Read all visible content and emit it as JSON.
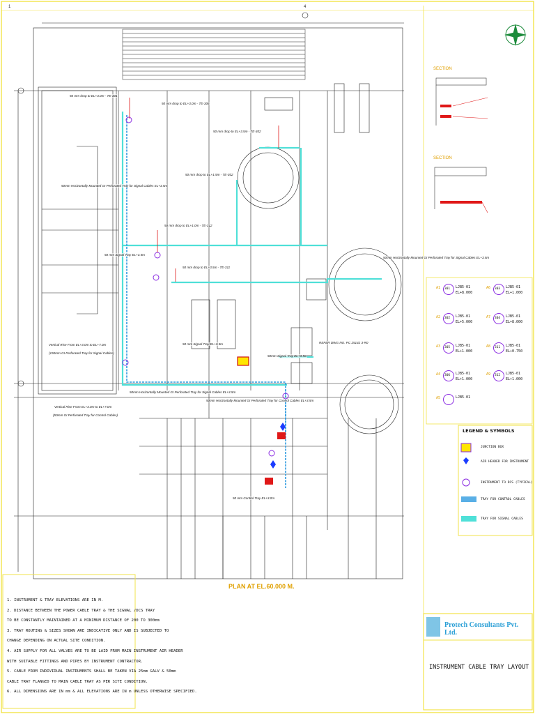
{
  "drawing": {
    "plan_title": "PLAN AT EL.60.000 M.",
    "title": "INSTRUMENT CABLE TRAY LAYOUT",
    "company": "Protech Consultants Pvt. Ltd."
  },
  "legend": {
    "heading": "LEGEND & SYMBOLS",
    "items": [
      {
        "label": "JUNCTION BOX",
        "icon": "junction-box-icon"
      },
      {
        "label": "AIR HEADER FOR INSTRUMENT",
        "icon": "air-header-icon"
      },
      {
        "label": "INSTRUMENT TO DCS (TYPICAL)",
        "icon": "instrument-bubble-icon"
      },
      {
        "label": "TRAY FOR CONTROL CABLES",
        "icon": "control-tray-icon"
      },
      {
        "label": "TRAY FOR SIGNAL CABLES",
        "icon": "signal-tray-icon"
      }
    ]
  },
  "schedule": [
    {
      "tag": "A1",
      "inst": "301",
      "jb": "LJB5-01",
      "el": "EL+8.000"
    },
    {
      "tag": "A2",
      "inst": "302",
      "jb": "LJB5-01",
      "el": "EL+5.000"
    },
    {
      "tag": "A3",
      "inst": "305",
      "jb": "LJB5-01",
      "el": "EL+1.000"
    },
    {
      "tag": "A4",
      "inst": "306",
      "jb": "LJB5-01",
      "el": "EL+1.000"
    },
    {
      "tag": "A5",
      "inst": "",
      "jb": "LJB5-01",
      "el": ""
    },
    {
      "tag": "A6",
      "inst": "303",
      "jb": "LJB5-01",
      "el": "EL+1.000"
    },
    {
      "tag": "A7",
      "inst": "304",
      "jb": "LJB5-01",
      "el": "EL+8.000"
    },
    {
      "tag": "A8",
      "inst": "311",
      "jb": "LJB5-01",
      "el": "EL+0.750"
    },
    {
      "tag": "A9",
      "inst": "312",
      "jb": "LJB5-01",
      "el": "EL+1.000"
    }
  ],
  "annotations": [
    "50 mm drop to EL+3.0m - TE-301",
    "50 mm drop to EL+3.0m - TE-306",
    "50 mm drop to EL+1.5m - TE-302",
    "50mm Horizontally Mounted GI Perforated Tray for Signal Cables EL+3.5m",
    "50 mm drop to EL+1.0m - TE-312",
    "50 mm drop to EL+3.5m - TE-302",
    "50 mm Signal Tray EL+3.5m",
    "50 mm drop to EL+3.5m - TE-311",
    "50 mm Signal Tray EL+3.5m",
    "Vertical Rise From EL+3.0m to EL+7.0m",
    "(150mm GI Perforated Tray for Signal Cables)",
    "Vertical Rise From EL+3.0m to EL+7.0m",
    "(50mm GI Perforated Tray for Control Cables)",
    "50mm Horizontally Mounted GI Perforated Tray for Signal Cables EL+3.5m",
    "50mm Horizontally Mounted GI Perforated Tray for Control Cables EL+3.5m",
    "50mm Signal Tray EL+3.5m",
    "50 mm Control Tray EL+3.0m",
    "50mm Horizontally Mounted GI Perforated Tray for Signal Cables EL+3.5m",
    "REFER DWG NO. PC 25142 3-R0"
  ],
  "notes": [
    "1. INSTRUMENT & TRAY ELEVATIONS ARE IN M.",
    "2. DISTANCE BETWEEN THE POWER CABLE TRAY & THE SIGNAL /DCS TRAY",
    "   TO BE CONSTANTLY MAINTAINED AT A MINIMUM DISTANCE OF 200 TO 300mm",
    "3. TRAY ROUTING & SIZES SHOWN ARE INDICATIVE ONLY AND IS SUBJECTED TO",
    "   CHANGE DEPENDING ON ACTUAL SITE CONDITION.",
    "4. AIR SUPPLY FOR ALL VALVES ARE TO BE LAID FROM MAIN INSTRUMENT AIR HEADER",
    "   WITH SUITABLE FITTINGS AND PIPES BY INSTRUMENT CONTRACTOR.",
    "5. CABLE FROM INDIVIDUAL INSTRUMENTS SHALL BE TAKEN VIA 25mm GALV & 50mm",
    "   CABLE TRAY FLANGED TO MAIN CABLE TRAY AS PER SITE CONDITION.",
    "6. ALL DIMENSIONS ARE IN mm & ALL ELEVATIONS ARE IN m UNLESS OTHERWISE SPECIFIED."
  ],
  "colors": {
    "border": "#f2e34a",
    "control_tray": "#2f9be0",
    "signal_tray": "#4fe0d8",
    "junction_box": "#ffe600",
    "instrument": "#8a2be2",
    "air_header": "#1a3cff",
    "red_mark": "#e01818",
    "company": "#2a9fd6"
  }
}
